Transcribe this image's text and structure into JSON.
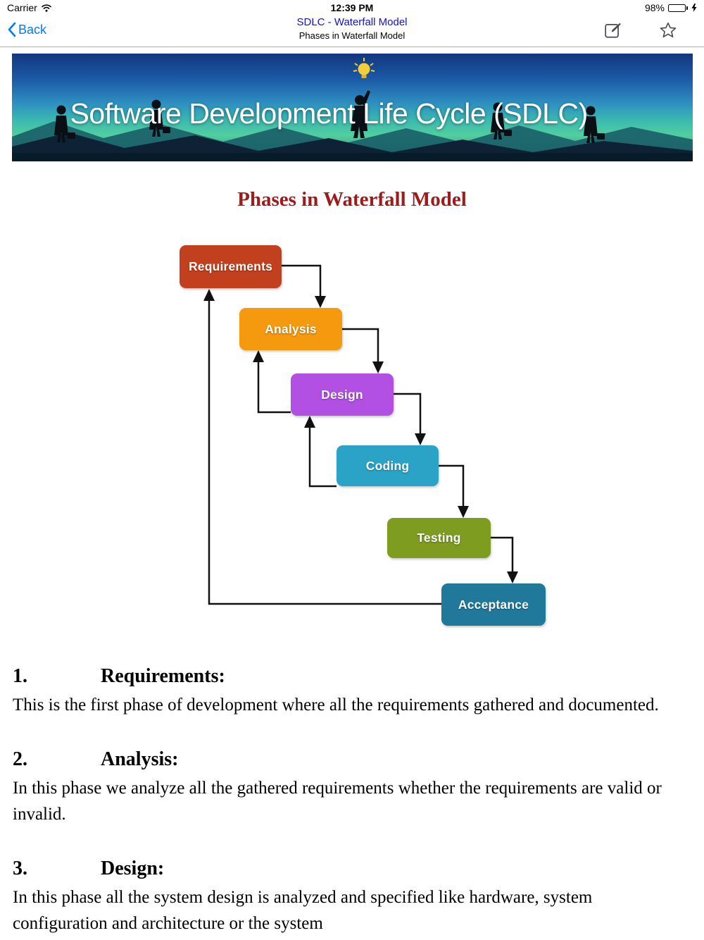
{
  "status_bar": {
    "carrier": "Carrier",
    "time": "12:39 PM",
    "battery_percent": "98%"
  },
  "nav_bar": {
    "back_label": "Back",
    "title": "SDLC - Waterfall Model",
    "subtitle": "Phases in Waterfall Model",
    "accent_blue": "#007AFF",
    "title_blue": "#1212CE"
  },
  "banner": {
    "title": "Software Development Life Cycle (SDLC)"
  },
  "page": {
    "heading": "Phases in Waterfall Model",
    "heading_color": "#9E1B1B"
  },
  "sections": [
    {
      "number": "1.",
      "title": "Requirements:",
      "body": "This is the first phase of development where all the requirements gathered and documented."
    },
    {
      "number": "2.",
      "title": "Analysis:",
      "body": "In this phase we analyze all the gathered requirements whether the requirements are valid or invalid."
    },
    {
      "number": "3.",
      "title": "Design:",
      "body": "In this phase all the system design is analyzed and specified like hardware, system configuration and architecture or the system"
    }
  ],
  "chart_data": {
    "type": "flowchart",
    "title": "Phases in Waterfall Model",
    "nodes": [
      {
        "label": "Requirements",
        "color": "#C2401D"
      },
      {
        "label": "Analysis",
        "color": "#F5990F"
      },
      {
        "label": "Design",
        "color": "#B150E2"
      },
      {
        "label": "Coding",
        "color": "#2BA3C7"
      },
      {
        "label": "Testing",
        "color": "#7D9C20"
      },
      {
        "label": "Acceptance",
        "color": "#20799B"
      }
    ],
    "edges": [
      {
        "from": "Requirements",
        "to": "Analysis",
        "kind": "forward"
      },
      {
        "from": "Analysis",
        "to": "Design",
        "kind": "forward"
      },
      {
        "from": "Design",
        "to": "Coding",
        "kind": "forward"
      },
      {
        "from": "Coding",
        "to": "Testing",
        "kind": "forward"
      },
      {
        "from": "Testing",
        "to": "Acceptance",
        "kind": "forward"
      },
      {
        "from": "Design",
        "to": "Analysis",
        "kind": "feedback"
      },
      {
        "from": "Coding",
        "to": "Design",
        "kind": "feedback"
      },
      {
        "from": "Acceptance",
        "to": "Requirements",
        "kind": "feedback"
      }
    ],
    "arrow_color": "#111111"
  }
}
